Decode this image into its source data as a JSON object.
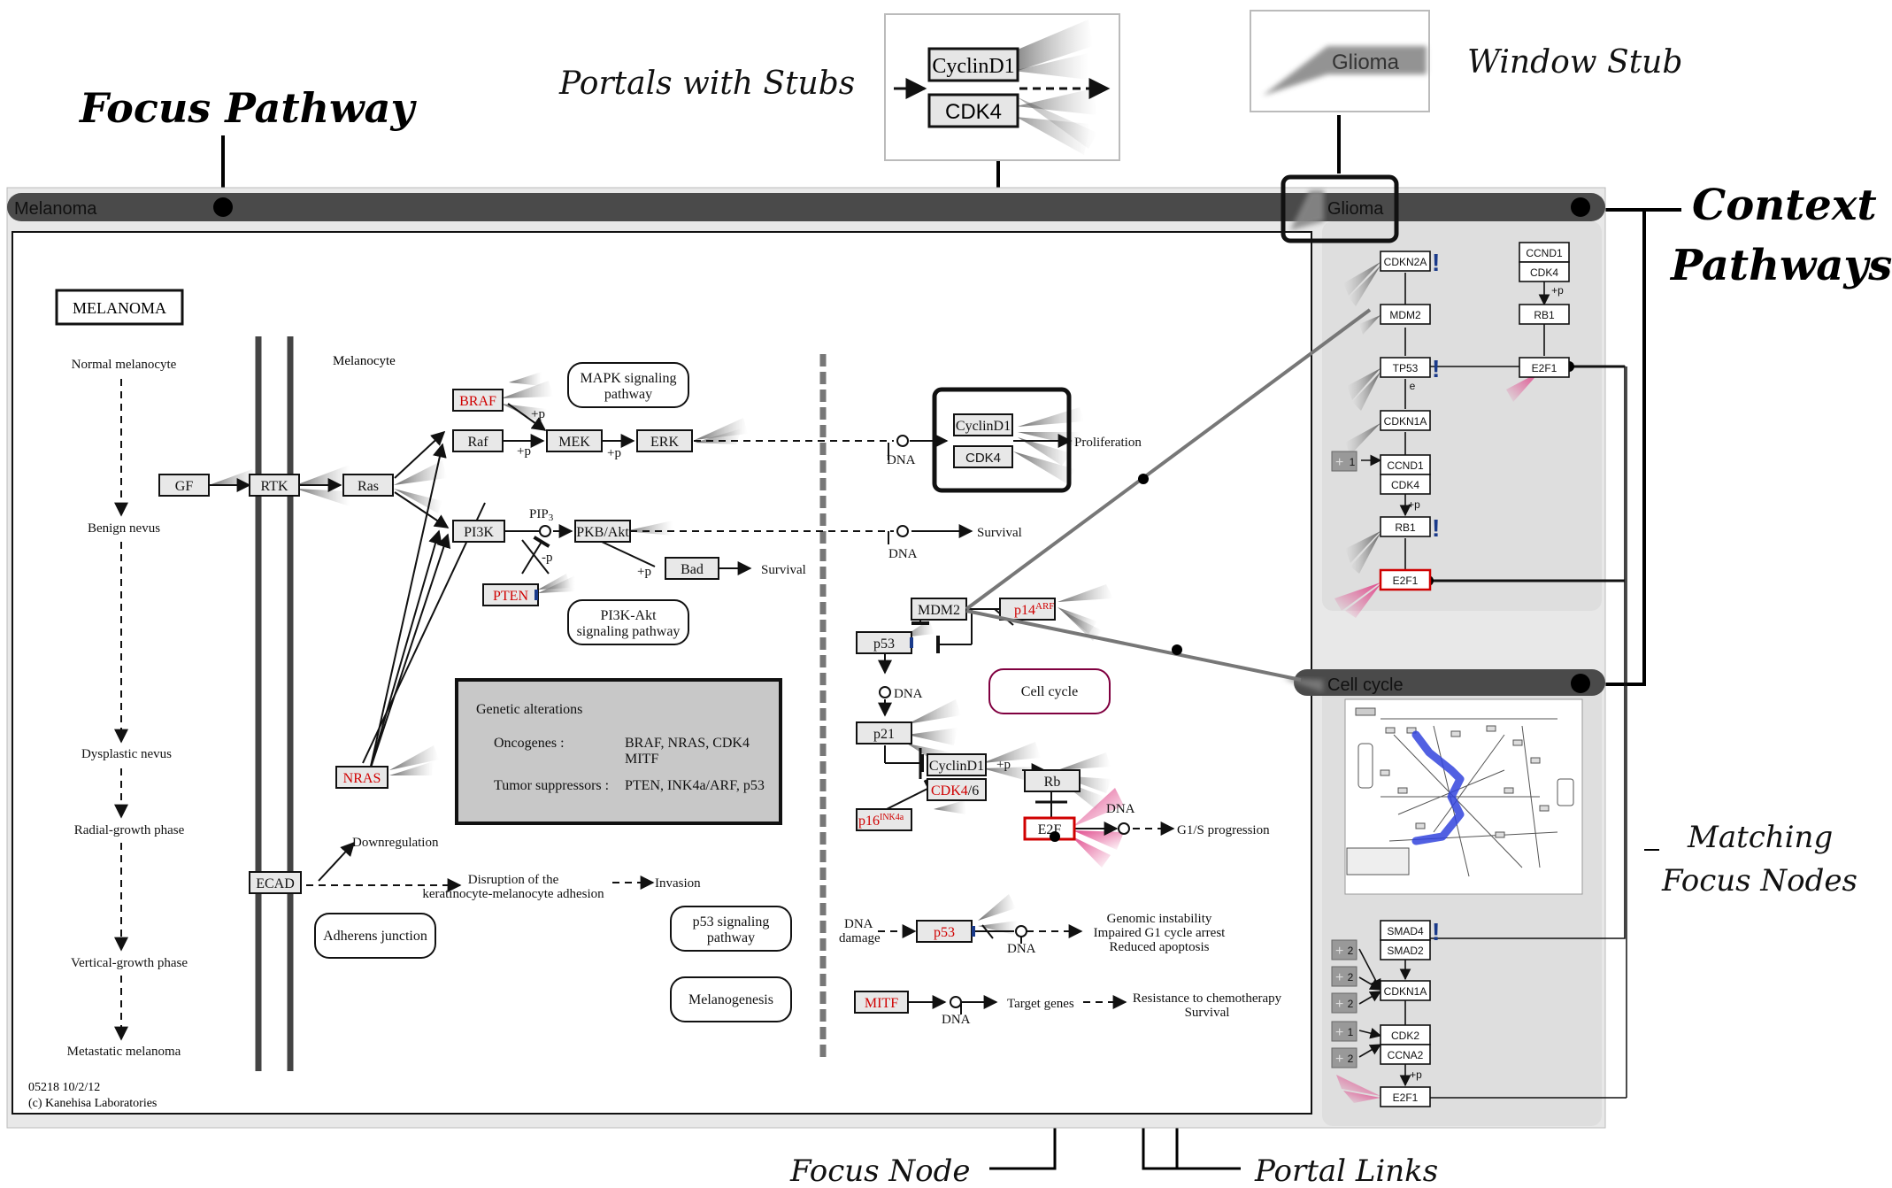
{
  "annotations": {
    "focus_pathway": "Focus Pathway",
    "portals_with_stubs": "Portals with Stubs",
    "window_stub": "Window Stub",
    "context_pathways_line1": "Context",
    "context_pathways_line2": "Pathways",
    "matching_line1": "Matching",
    "matching_line2": "Focus Nodes",
    "focus_node": "Focus Node",
    "portal_links": "Portal Links"
  },
  "callouts": {
    "cyclind1": "CyclinD1",
    "cdk4": "CDK4",
    "glioma": "Glioma"
  },
  "windows": {
    "melanoma": "Melanoma",
    "glioma": "Glioma",
    "cell_cycle": "Cell cycle"
  },
  "melanoma": {
    "title": "MELANOMA",
    "stages": [
      "Normal melanocyte",
      "Benign nevus",
      "Dysplastic nevus",
      "Radial-growth phase",
      "Vertical-growth phase",
      "Metastatic melanoma"
    ],
    "melanocyte": "Melanocyte",
    "footer1": "05218 10/2/12",
    "footer2": "(c) Kanehisa Laboratories",
    "nodes": {
      "gf": "GF",
      "rtk": "RTK",
      "ras": "Ras",
      "braf": "BRAF",
      "raf": "Raf",
      "mek": "MEK",
      "erk": "ERK",
      "pi3k": "PI3K",
      "pkb": "PKB/Akt",
      "pten": "PTEN",
      "bad": "Bad",
      "nras": "NRAS",
      "ecad": "ECAD",
      "mdm2": "MDM2",
      "p14": "p14",
      "p14sup": "ARF",
      "p53": "p53",
      "p21": "p21",
      "cyclind1": "CyclinD1",
      "cdk4": "CDK4",
      "cdk4suffix": "/6",
      "rb": "Rb",
      "p16": "p16",
      "p16sup": "INK4a",
      "e2f": "E2F",
      "p53b": "p53",
      "mitf": "MITF",
      "cyclind1_top": "CyclinD1",
      "cdk4_top": "CDK4"
    },
    "labels": {
      "pip3": "PIP",
      "pip3sub": "3",
      "p1": "+p",
      "p2": "+p",
      "p3": "+p",
      "p4": "+p",
      "p5": "+p",
      "minusp": "-p",
      "dna1": "DNA",
      "dna2": "DNA",
      "dna3": "DNA",
      "dna4": "DNA",
      "dna5": "DNA",
      "dna6": "DNA",
      "proliferation": "Proliferation",
      "survival1": "Survival",
      "survival2": "Survival",
      "g1s": "G1/S progression",
      "target_genes": "Target genes",
      "resistance1": "Resistance to chemotherapy",
      "resistance2": "Survival",
      "genomic1": "Genomic instability",
      "genomic2": "Impaired G1 cycle arrest",
      "genomic3": "Reduced apoptosis",
      "dna_damage1": "DNA",
      "dna_damage2": "damage",
      "downregulation": "Downregulation",
      "disruption1": "Disruption of the",
      "disruption2": "keratinocyte-melanocyte adhesion",
      "invasion": "Invasion"
    },
    "pathway_links": {
      "mapk1": "MAPK signaling",
      "mapk2": "pathway",
      "pi3k1": "PI3K-Akt",
      "pi3k2": "signaling pathway",
      "cell_cycle": "Cell cycle",
      "adherens": "Adherens junction",
      "p53sig1": "p53 signaling",
      "p53sig2": "pathway",
      "melanogenesis": "Melanogenesis"
    },
    "genetic": {
      "title": "Genetic alterations",
      "onc_label": "Oncogenes :",
      "onc_val1": "BRAF, NRAS, CDK4",
      "onc_val2": "MITF",
      "sup_label": "Tumor suppressors :",
      "sup_val": "PTEN, INK4a/ARF, p53"
    }
  },
  "glioma": {
    "nodes": {
      "cdkn2a": "CDKN2A",
      "mdm2": "MDM2",
      "tp53": "TP53",
      "cdkn1a": "CDKN1A",
      "ccnd1": "CCND1",
      "cdk4": "CDK4",
      "rb1": "RB1",
      "e2f1": "E2F1",
      "ccnd1b": "CCND1",
      "cdk4b": "CDK4",
      "rb1b": "RB1",
      "e2f1b": "E2F1"
    },
    "labels": {
      "e": "e",
      "p1": "+p",
      "p2": "+p",
      "plus1": "1"
    }
  },
  "cell_cycle": {
    "nodes": {
      "smad4": "SMAD4",
      "smad2": "SMAD2",
      "cdkn1a": "CDKN1A",
      "cdk2": "CDK2",
      "ccna2": "CCNA2",
      "e2f1": "E2F1"
    },
    "labels": {
      "p": "+p",
      "c1": "2",
      "c2": "2",
      "c3": "2",
      "c4": "1",
      "c5": "2"
    }
  },
  "colors": {
    "title_bar": "#4a4a4a",
    "context_bg": "#dedede",
    "node_fill": "#e8e8e8",
    "highlight_red": "#d00000",
    "stub_gray": "#555555",
    "path_blue": "#3344dd",
    "pink": "#e04a8c"
  }
}
